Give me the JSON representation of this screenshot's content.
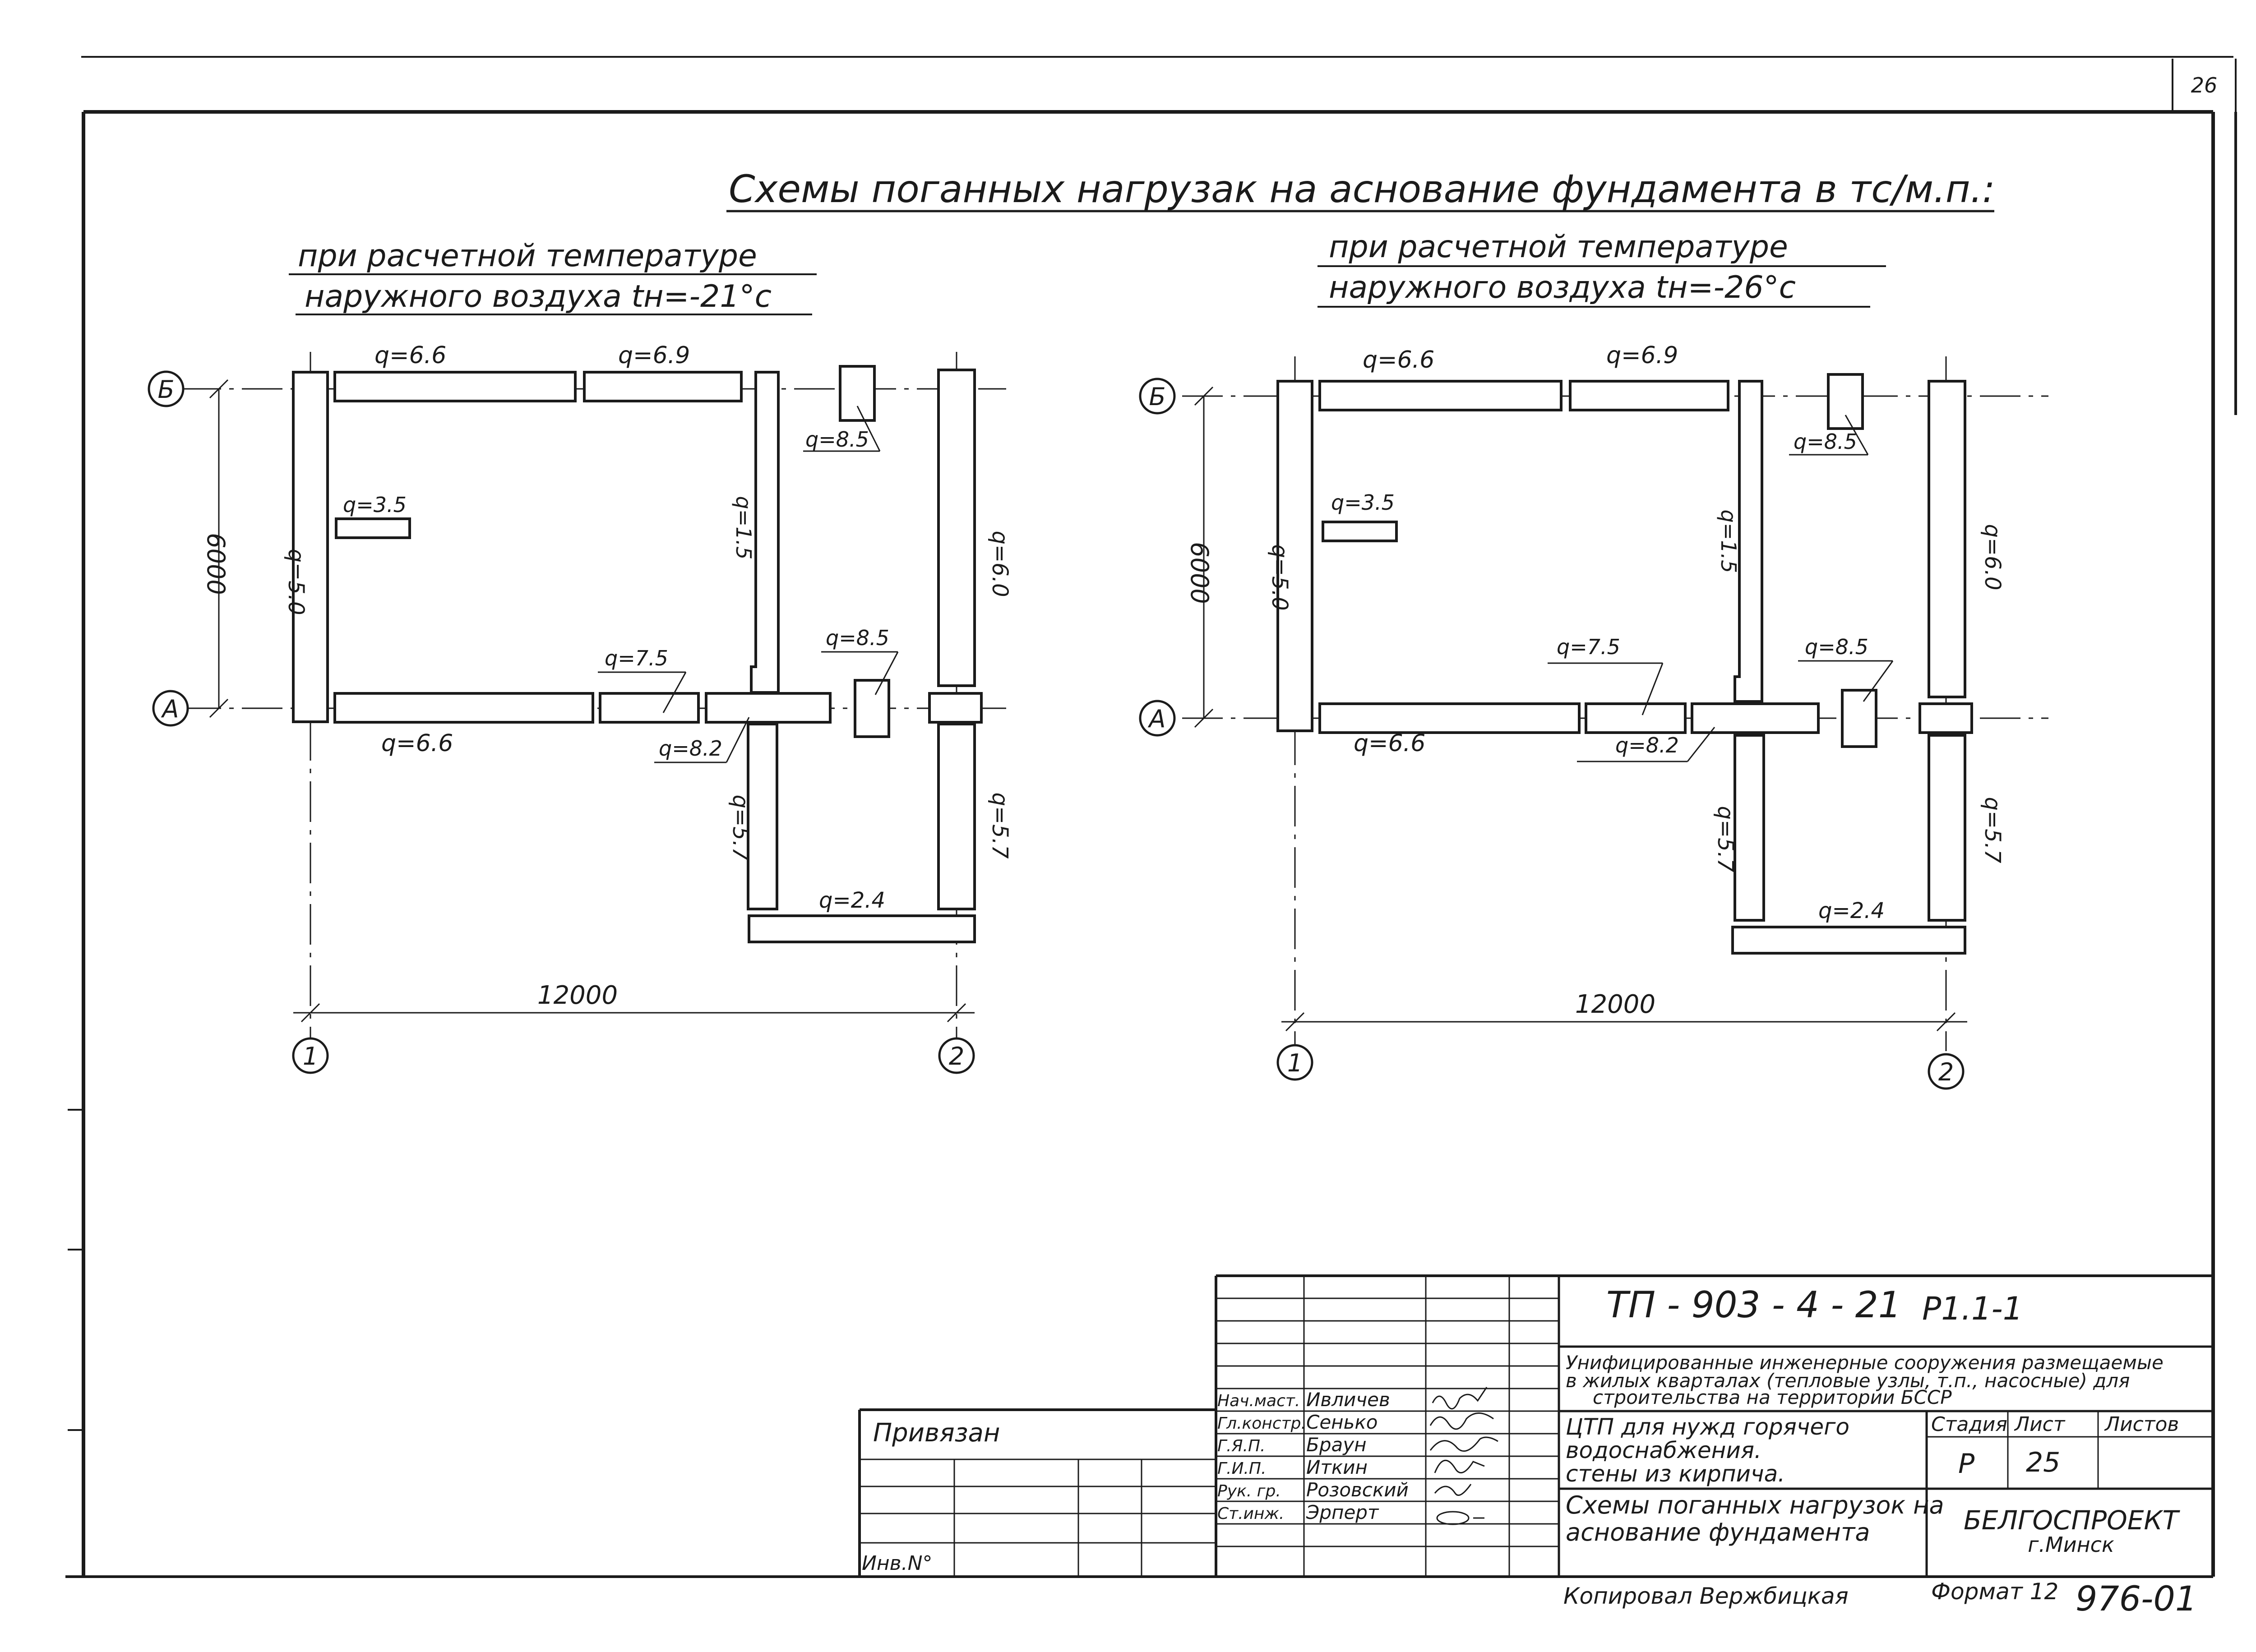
{
  "page_number": "26",
  "main_title": "Схемы поганных нагрузак на аснование фундамента  в тс/м.п.:",
  "left_scheme": {
    "subtitle_line1": "при расчетной температуре",
    "subtitle_line2": "наружного воздуха  tн=-21°с",
    "axis_b": "Б",
    "axis_a": "А",
    "axis_1": "1",
    "axis_2": "2",
    "dim_vertical": "6000",
    "dim_horizontal": "12000",
    "loads": {
      "top_left": "q=6.6",
      "top_right": "q=6.9",
      "right_box": "q=8.5",
      "small": "q=3.5",
      "left_col": "q=5.0",
      "inner": "q=1.5",
      "far_right": "q=6.0",
      "mid": "q=7.5",
      "mid_box": "q=8.5",
      "bottom_left": "q=6.6",
      "bottom_mid": "q=8.2",
      "lower_inner": "q=5.7",
      "lower_right": "q=5.7",
      "bottom": "q=2.4"
    }
  },
  "right_scheme": {
    "subtitle_line1": "при расчетной  температуре",
    "subtitle_line2": "наружного воздуха   tн=-26°с",
    "axis_b": "Б",
    "axis_a": "А",
    "axis_1": "1",
    "axis_2": "2",
    "dim_vertical": "6000",
    "dim_horizontal": "12000",
    "loads": {
      "top_left": "q=6.6",
      "top_right": "q=6.9",
      "right_box": "q=8.5",
      "small": "q=3.5",
      "left_col": "q=5.0",
      "inner": "q=1.5",
      "far_right": "q=6.0",
      "mid": "q=7.5",
      "mid_box": "q=8.5",
      "bottom_left": "q=6.6",
      "bottom_mid": "q=8.2",
      "lower_inner": "q=5.7",
      "lower_right": "q=5.7",
      "bottom": "q=2.4"
    }
  },
  "title_block": {
    "code": "ТП - 903 - 4 - 21",
    "sheet_ref": "Р1.1-1",
    "description_line1": "Унифицированные инженерные сооружения размещаемые",
    "description_line2": "в жилых кварталах (тепловые узлы, т.п., насосные) для",
    "description_line3": "строительства на территории БССР",
    "section_line1": "ЦТП для нужд горячего",
    "section_line2": "водоснабжения.",
    "section_line3": "стены из кирпича.",
    "sheet_title_line1": "Схемы поганных нагрузок на",
    "sheet_title_line2": "аснование фундамента",
    "stage_header": "Стадия",
    "sheet_header": "Лист",
    "sheets_header": "Листов",
    "stage": "Р",
    "sheet": "25",
    "org_line1": "БЕЛГОСПРОЕКТ",
    "org_line2": "г.Минск",
    "bound_label": "Привязан",
    "inv_label": "Инв.N°",
    "roles": [
      "Нач.маст.",
      "Гл.констр.",
      "Г.Я.П.",
      "Г.И.П.",
      "Рук. гр.",
      "Ст.инж."
    ],
    "names": [
      "Ивличев",
      "Сенько",
      "Браун",
      "Иткин",
      "Розовский",
      "Эрперт"
    ]
  },
  "footer": {
    "copied": "Копировал  Вержбицкая",
    "format": "Формат 12",
    "order": "976-01"
  }
}
